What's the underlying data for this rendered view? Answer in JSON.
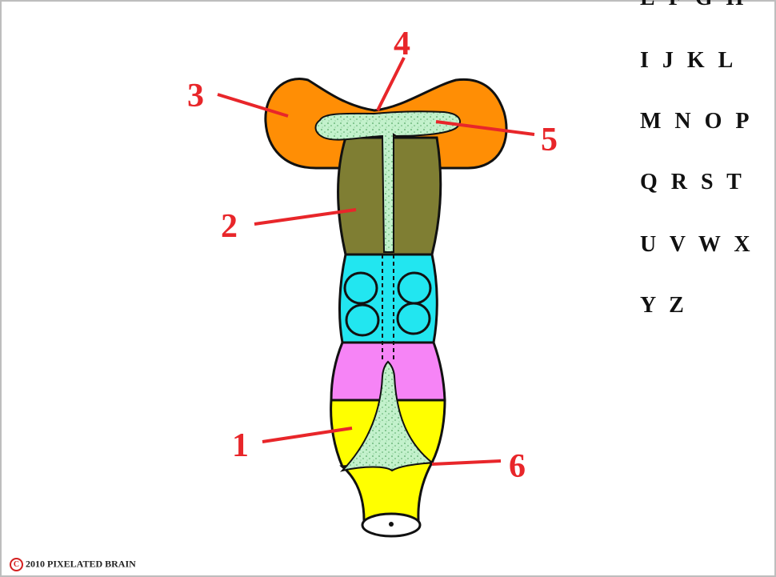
{
  "diagram": {
    "region_labels": [
      "1",
      "2",
      "3",
      "4",
      "5",
      "6"
    ],
    "colors": {
      "region_1_yellow": "#ffff00",
      "pink": "#f684f6",
      "cyan": "#22e6f0",
      "region_2_olive": "#7f7e33",
      "region_3_orange": "#ff8e05",
      "canal": "#bff0c8",
      "label_red": "#e8262a"
    }
  },
  "letters": [
    "E F G H",
    "I J K L",
    "M N O P",
    "Q R S T",
    "U V W X",
    "Y Z"
  ],
  "copyright": {
    "symbol": "C",
    "text": "2010 PIXELATED BRAIN"
  }
}
